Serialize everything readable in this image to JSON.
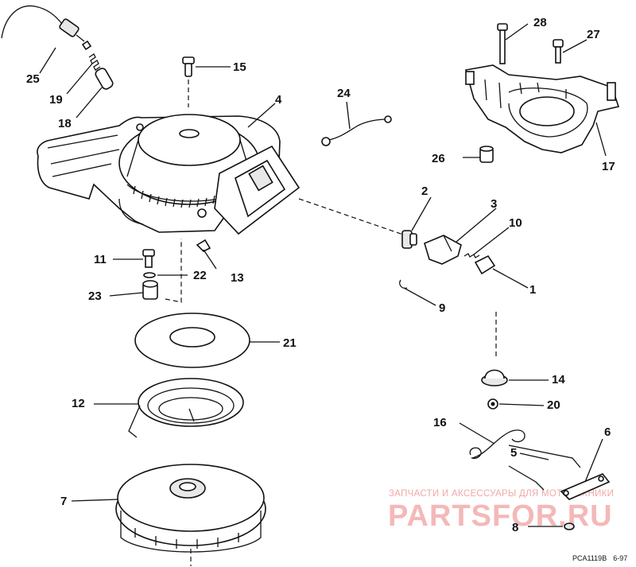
{
  "callouts": {
    "n1": "1",
    "n2": "2",
    "n3": "3",
    "n4": "4",
    "n5": "5",
    "n6": "6",
    "n7": "7",
    "n8": "8",
    "n9": "9",
    "n10": "10",
    "n11": "11",
    "n12": "12",
    "n13": "13",
    "n14": "14",
    "n15": "15",
    "n16": "16",
    "n17": "17",
    "n18": "18",
    "n19": "19",
    "n20": "20",
    "n21": "21",
    "n22": "22",
    "n23": "23",
    "n24": "24",
    "n25": "25",
    "n26": "26",
    "n27": "27",
    "n28": "28"
  },
  "watermark": {
    "tagline": "ЗАПЧАСТИ И АКСЕССУАРЫ ДЛЯ МОТОТЕХНИКИ",
    "logo": "PARTSFOR.RU",
    "color": "#f4b8b8"
  },
  "figure_code": {
    "id": "PCA1119B",
    "date": "6-97"
  }
}
